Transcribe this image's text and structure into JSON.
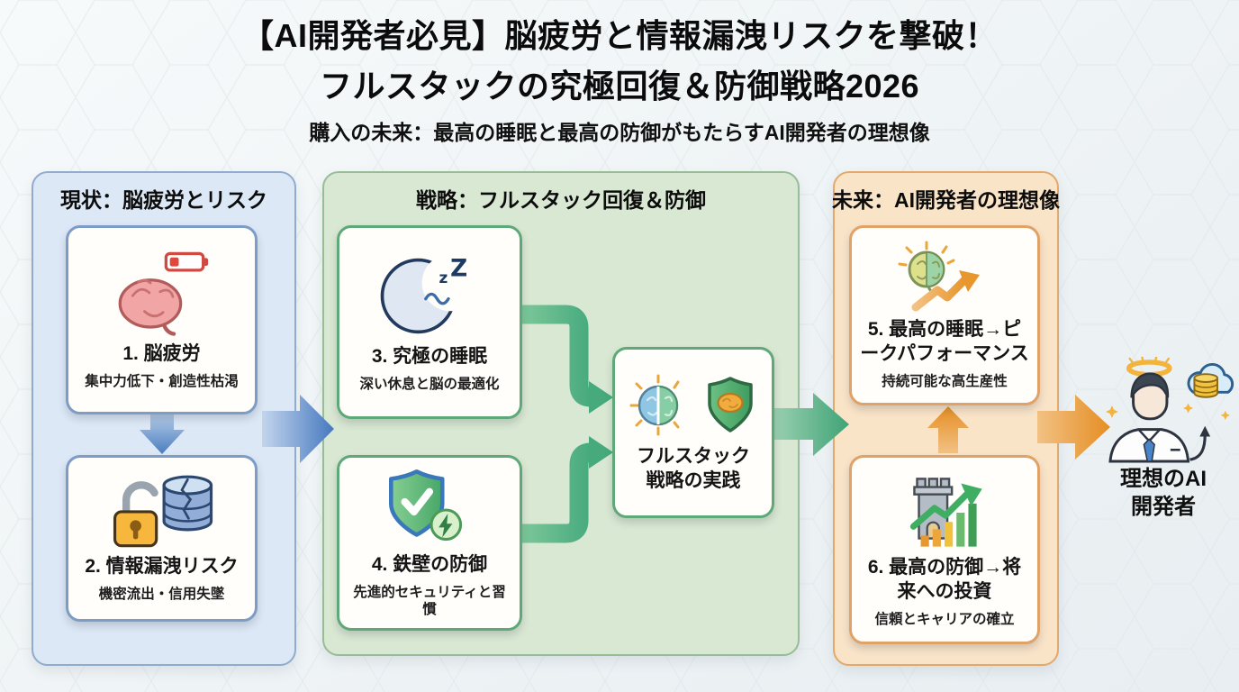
{
  "title": {
    "line1": "【AI開発者必見】脳疲労と情報漏洩リスクを撃破！",
    "line2": "フルスタックの究極回復＆防御戦略2026",
    "subtitle": "購入の未来：最高の睡眠と最高の防御がもたらすAI開発者の理想像"
  },
  "sections": {
    "current": {
      "header": "現状：脳疲労とリスク",
      "cards": [
        {
          "title": "1. 脳疲労",
          "subtitle": "集中力低下・創造性枯渇",
          "icon": "tired-brain-low-battery-icon"
        },
        {
          "title": "2. 情報漏洩リスク",
          "subtitle": "機密流出・信用失墜",
          "icon": "unlocked-data-breach-icon"
        }
      ]
    },
    "strategy": {
      "header": "戦略：フルスタック回復＆防御",
      "cards": [
        {
          "title": "3. 究極の睡眠",
          "subtitle": "深い休息と脳の最適化",
          "icon": "sleep-moon-icon"
        },
        {
          "title": "4. 鉄壁の防御",
          "subtitle": "先進的セキュリティと習慣",
          "icon": "shield-check-energy-icon"
        }
      ],
      "center_card": {
        "line1": "フルスタック",
        "line2": "戦略の実践",
        "icon": "brain-shield-icon"
      }
    },
    "future": {
      "header": "未来：AI開発者の理想像",
      "cards": [
        {
          "title": "5. 最高の睡眠→ピークパフォーマンス",
          "subtitle": "持続可能な高生産性",
          "icon": "energized-brain-growth-icon"
        },
        {
          "title": "6. 最高の防御→将来への投資",
          "subtitle": "信頼とキャリアの確立",
          "icon": "fortress-growth-chart-icon"
        }
      ]
    },
    "goal": {
      "line1": "理想のAI",
      "line2": "開発者",
      "icon": "ideal-ai-developer-icon"
    }
  },
  "colors": {
    "current_panel_bg": "#dce8f6",
    "current_panel_border": "#8fabce",
    "current_accent": "#4d7fc2",
    "strategy_panel_bg": "#d9e8d3",
    "strategy_panel_border": "#97bd97",
    "strategy_accent": "#41a578",
    "future_panel_bg": "#fae4c8",
    "future_panel_border": "#e3a96c",
    "future_accent": "#e8962e",
    "title_color": "#0b0b0b"
  }
}
